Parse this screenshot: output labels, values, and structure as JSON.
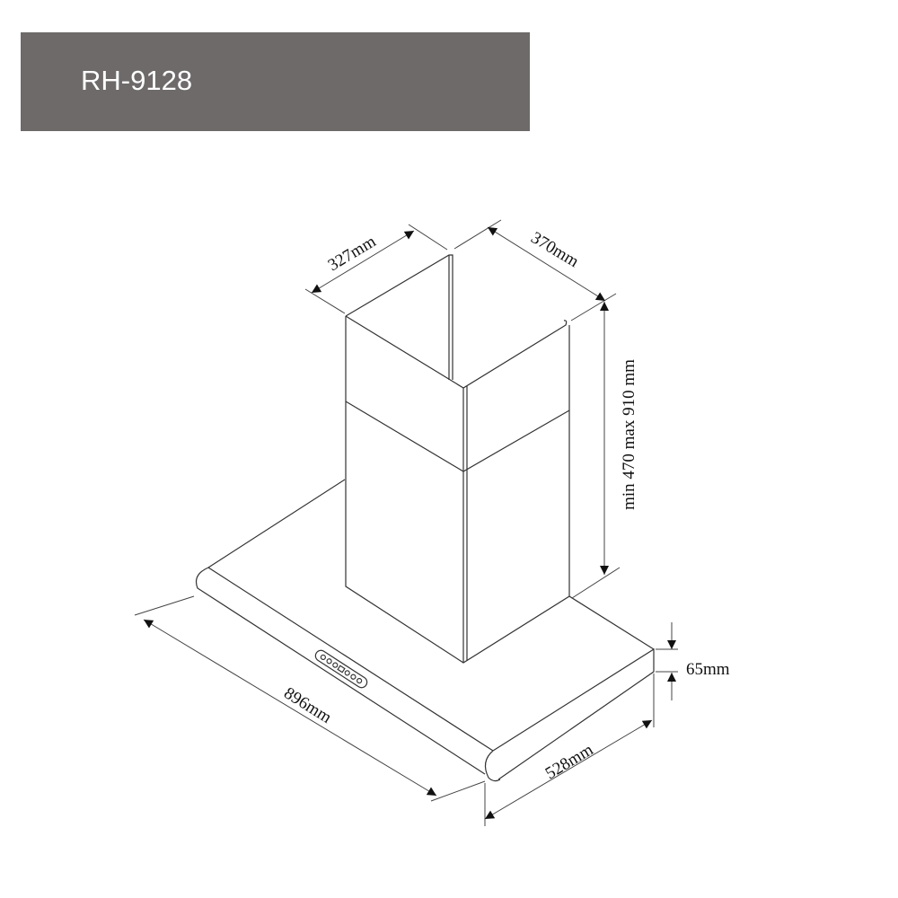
{
  "header": {
    "model": "RH-9128",
    "background": "#6e6a6a"
  },
  "dimensions": {
    "chimney_width": "327mm",
    "chimney_depth": "370mm",
    "chimney_height": "min 470 max 910 mm",
    "hood_width": "896mm",
    "hood_depth": "528mm",
    "hood_thickness": "65mm"
  }
}
